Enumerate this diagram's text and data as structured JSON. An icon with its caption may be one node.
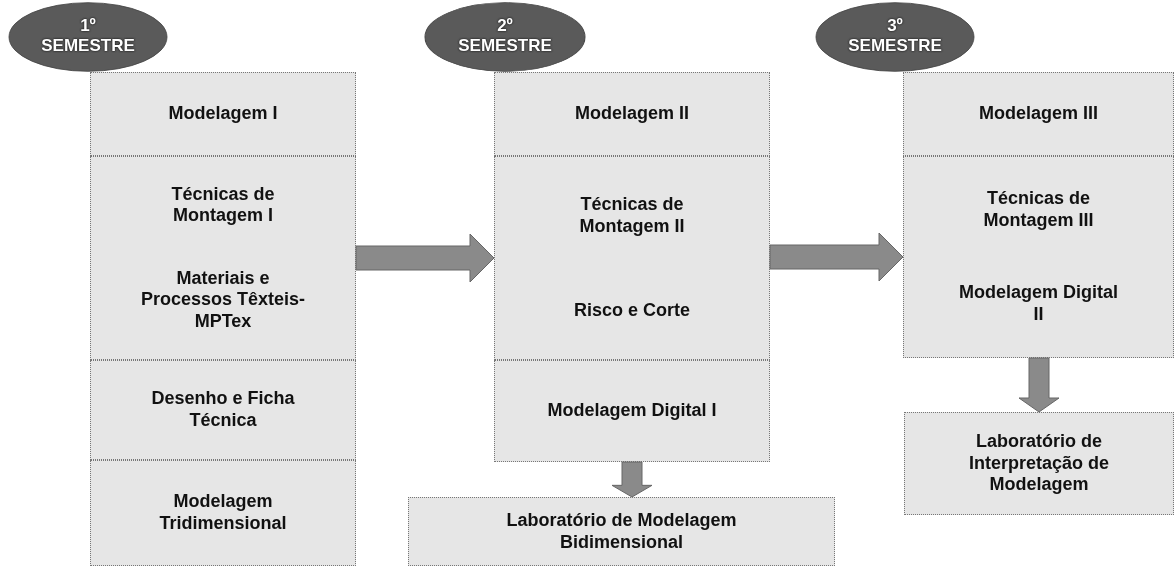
{
  "diagram": {
    "nodes": [
      {
        "text": [
          "1º SEMESTRE"
        ]
      },
      {
        "text": [
          "Modelagem I"
        ]
      },
      {
        "text": [
          "Técnicas de Montagem I",
          "Materiais e Processos Têxteis-MPTex"
        ]
      },
      {
        "text": [
          "Desenho e Ficha Técnica"
        ]
      },
      {
        "text": [
          "Modelagem Tridimensional"
        ]
      },
      {
        "text": [
          "2º SEMESTRE"
        ]
      },
      {
        "text": [
          "Modelagem II"
        ]
      },
      {
        "text": [
          "Técnicas de Montagem II",
          "Risco e Corte"
        ]
      },
      {
        "text": [
          "Modelagem Digital I"
        ]
      },
      {
        "text": [
          "Laboratório de Modelagem Bidimensional"
        ]
      },
      {
        "text": [
          "3º SEMESTRE"
        ]
      },
      {
        "text": [
          "Modelagem III"
        ]
      },
      {
        "text": [
          "Técnicas de Montagem III",
          "Modelagem Digital II"
        ]
      },
      {
        "text": [
          "Laboratório de Interpretação de Modelagem"
        ]
      }
    ],
    "edges": [
      {
        "from": 2,
        "to": 7,
        "arrow": "to"
      },
      {
        "from": 7,
        "to": 12,
        "arrow": "to"
      },
      {
        "from": 8,
        "to": 9,
        "arrow": "to"
      },
      {
        "from": 12,
        "to": 13,
        "arrow": "to"
      }
    ]
  }
}
